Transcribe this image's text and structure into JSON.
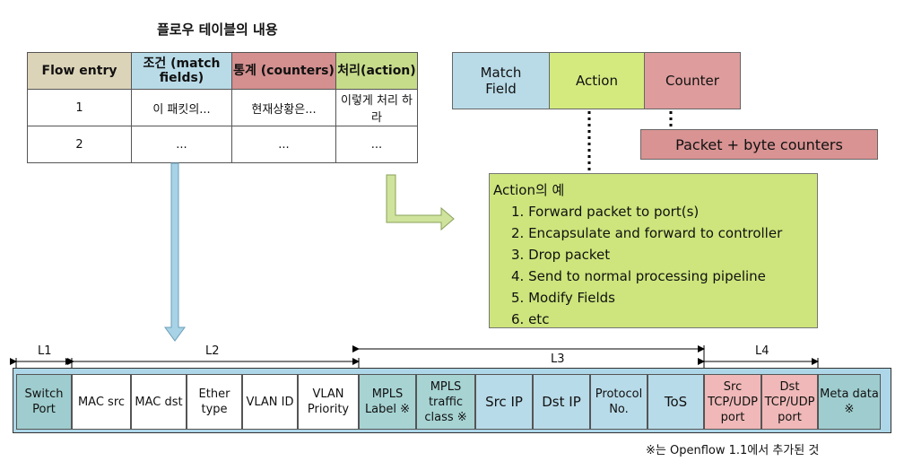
{
  "flow_table": {
    "title": "플로우 테이블의 내용",
    "headers": [
      "Flow entry",
      "조건 (match fields)",
      "통계 (counters)",
      "처리(action)"
    ],
    "rows": [
      [
        "1",
        "이 패킷의...",
        "현재상황은...",
        "이렇게 처리 하라"
      ],
      [
        "2",
        "...",
        "...",
        "..."
      ]
    ]
  },
  "entry_structure": {
    "match": "Match Field",
    "action": "Action",
    "counter": "Counter",
    "packet_counters": "Packet + byte counters"
  },
  "action_examples": {
    "title": "Action의 예",
    "items": [
      "1. Forward packet to port(s)",
      "2. Encapsulate and forward to controller",
      "3. Drop packet",
      "4. Send to normal processing pipeline",
      "5. Modify Fields",
      "6. etc"
    ]
  },
  "layers": {
    "l1": "L1",
    "l2": "L2",
    "l3": "L3",
    "l4": "L4"
  },
  "match_fields": [
    "Switch Port",
    "MAC src",
    "MAC dst",
    "Ether type",
    "VLAN ID",
    "VLAN Priority",
    "MPLS Label ※",
    "MPLS traffic class ※",
    "Src IP",
    "Dst IP",
    "Protocol No.",
    "ToS",
    "Src TCP/UDP port",
    "Dst TCP/UDP port",
    "Meta data ※"
  ],
  "footnote": "※는 Openflow 1.1에서 추가된 것",
  "colors": {
    "match": "#b9dbe8",
    "action": "#d4ea7f",
    "counter": "#de9c9c",
    "flow_entry": "#dcd4b8",
    "bar": "#add7e8"
  }
}
